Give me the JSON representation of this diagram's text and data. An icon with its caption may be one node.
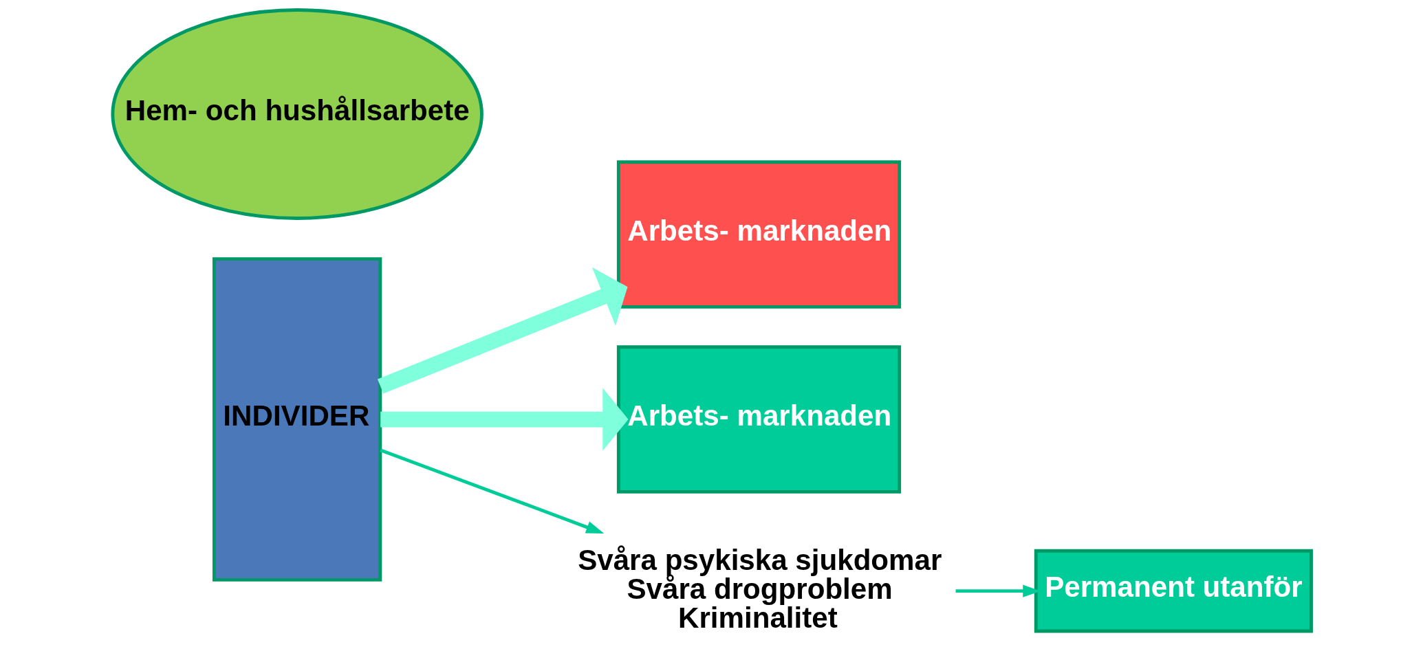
{
  "diagram": {
    "nodes": [
      {
        "text": [
          "INDIVIDER"
        ]
      },
      {
        "text": [
          "Arbets- marknaden"
        ]
      },
      {
        "text": [
          "Arbets- marknaden"
        ]
      },
      {
        "text": [
          "Hem- och hushållsarbete"
        ]
      },
      {
        "text": [
          "Permanent utanför"
        ]
      },
      {
        "text": [
          "Svåra psykiska sjukdomar",
          "Svåra drogproblem",
          "Kriminalitet"
        ]
      }
    ],
    "edges": [
      {
        "from": 0,
        "to": 1,
        "arrow": "to",
        "style": "thick",
        "color": "#80ffdd"
      },
      {
        "from": 0,
        "to": 2,
        "arrow": "to",
        "style": "thick",
        "color": "#80ffdd"
      },
      {
        "from": 0,
        "to": 5,
        "arrow": "to",
        "color": "#00cc99"
      },
      {
        "from": 5,
        "to": 4,
        "arrow": "to",
        "color": "#00cc99"
      }
    ]
  }
}
